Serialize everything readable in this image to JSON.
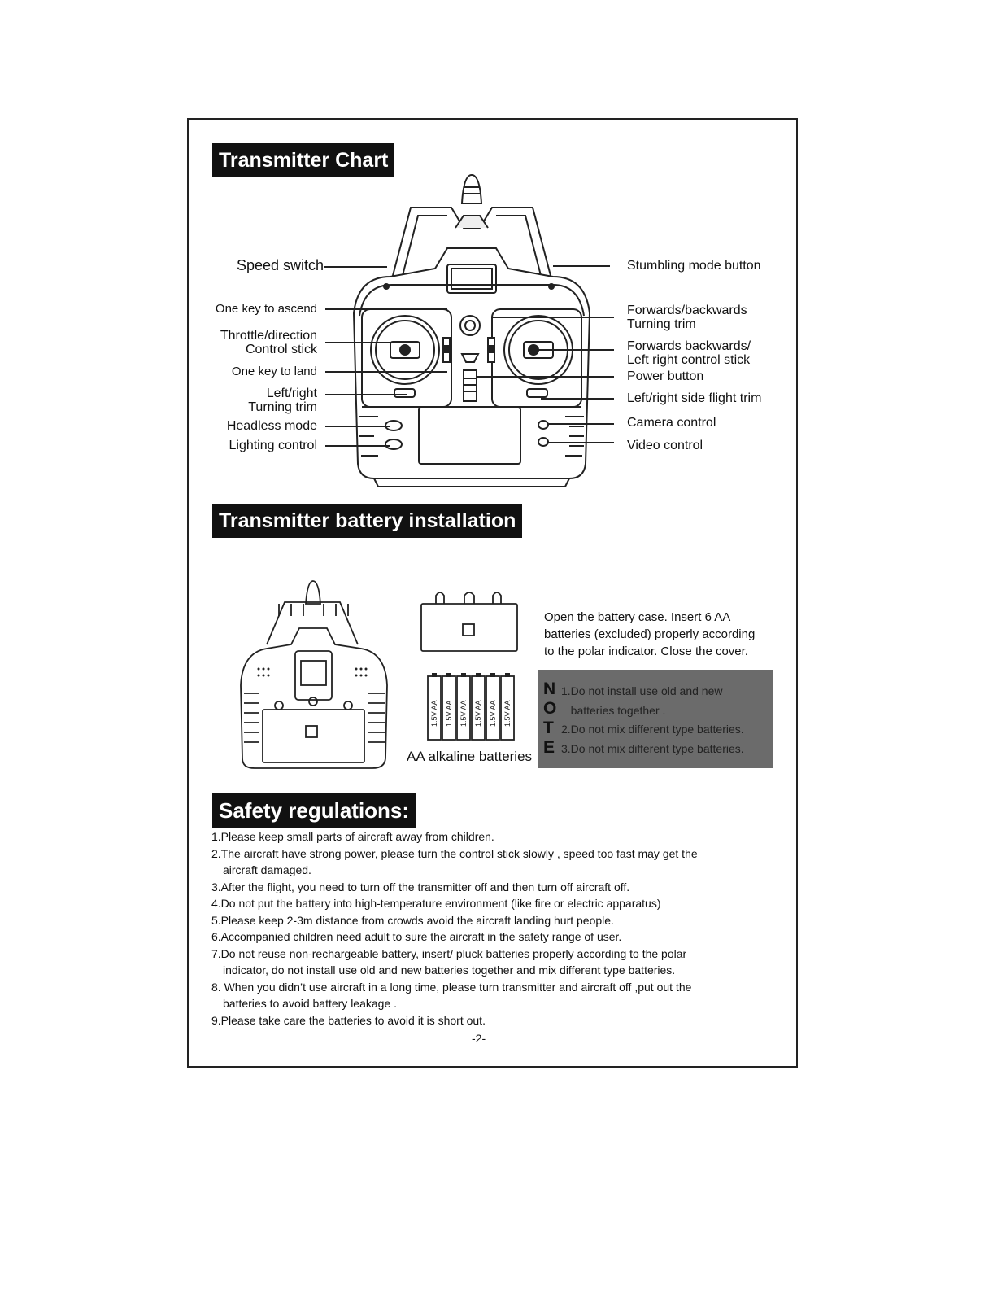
{
  "transmitter_chart": {
    "title": "Transmitter Chart",
    "left_labels": {
      "speed_switch": "Speed switch",
      "one_key_ascend": "One key to ascend",
      "throttle_1": "Throttle/direction",
      "throttle_2": "Control stick",
      "one_key_land": "One key to land",
      "left_right_1": "Left/right",
      "left_right_2": "Turning trim",
      "headless": "Headless mode",
      "lighting": "Lighting control"
    },
    "right_labels": {
      "stumbling": "Stumbling mode button",
      "fwd_bwd_1": "Forwards/backwards",
      "fwd_bwd_2": "Turning trim",
      "fwd_stick_1": "Forwards backwards/",
      "fwd_stick_2": "Left right control stick",
      "power": "Power button",
      "side_trim": "Left/right side flight trim",
      "camera": "Camera control",
      "video": "Video control"
    }
  },
  "battery_installation": {
    "title": "Transmitter battery installation",
    "instructions": [
      "Open the battery case. Insert 6 AA",
      "batteries (excluded) properly according",
      "to the polar indicator. Close the cover."
    ],
    "battery_cell_label": "1.5V AA",
    "batteries_caption": "AA alkaline batteries",
    "note_letters": [
      "N",
      "O",
      "T",
      "E"
    ],
    "note_items": [
      "1.Do not install use old and new",
      "   batteries together .",
      "2.Do not mix different type batteries.",
      "3.Do not mix different type batteries."
    ]
  },
  "safety": {
    "title": "Safety regulations:",
    "items": [
      "1.Please keep small parts of aircraft away from children.",
      "2.The aircraft have strong power, please turn the control stick slowly , speed too fast may get the",
      "aircraft damaged.",
      "3.After the flight, you need to turn off the transmitter off and then turn off aircraft off.",
      "4.Do not put the battery into high-temperature environment (like fire or electric apparatus)",
      "5.Please keep 2-3m distance from crowds avoid the aircraft landing hurt people.",
      "6.Accompanied children need adult to sure the aircraft in the safety range of user.",
      "7.Do not reuse non-rechargeable battery, insert/ pluck batteries properly according to the polar",
      "indicator, do not install use old and new batteries together and mix different type batteries.",
      "8. When you didn’t use aircraft in a long time, please turn transmitter and aircraft off ,put out the",
      "batteries to avoid battery leakage .",
      "9.Please take care  the batteries to avoid it is short out."
    ]
  },
  "page_number": "-2-"
}
